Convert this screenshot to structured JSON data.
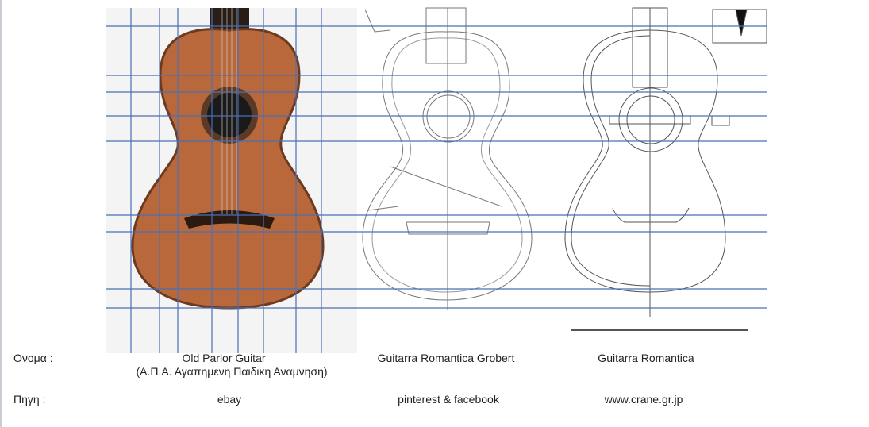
{
  "labels": {
    "name": "Ονομα :",
    "source": "Πηγη :"
  },
  "guitars": [
    {
      "name": "Old Parlor Guitar",
      "subtitle": "(Α.Π.Α. Αγαπημενη Παιδικη Αναμνηση)",
      "source": "ebay"
    },
    {
      "name": "Guitarra Romantica Grobert",
      "source": "pinterest & facebook"
    },
    {
      "name": "Guitarra Romantica",
      "source": "www.crane.gr.jp"
    }
  ],
  "colors": {
    "grid": "#4a6fb5",
    "wood": "#b8683a",
    "sketch": "#555555"
  }
}
